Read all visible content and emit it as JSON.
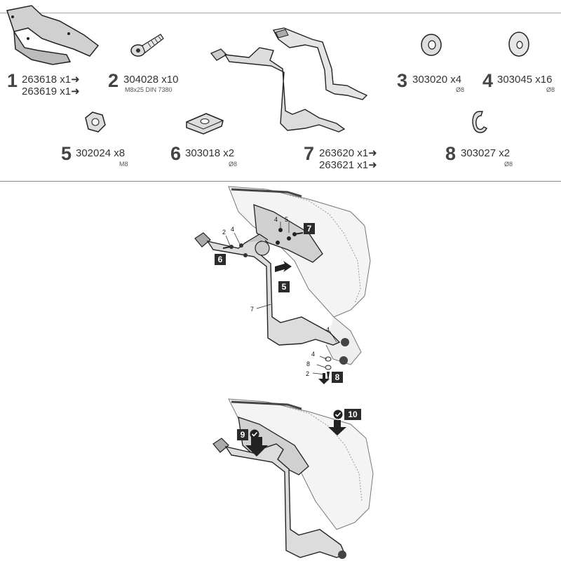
{
  "parts": [
    {
      "num": "1",
      "lines": [
        "263618 x1➜",
        "263619 x1➜"
      ],
      "note": ""
    },
    {
      "num": "2",
      "lines": [
        "304028 x10"
      ],
      "note": "M8x25 DIN 7380"
    },
    {
      "num": "3",
      "lines": [
        "303020 x4"
      ],
      "note": "Ø8"
    },
    {
      "num": "4",
      "lines": [
        "303045 x16"
      ],
      "note": "Ø8"
    },
    {
      "num": "5",
      "lines": [
        "302024 x8"
      ],
      "note": "M8"
    },
    {
      "num": "6",
      "lines": [
        "303018 x2"
      ],
      "note": "Ø8"
    },
    {
      "num": "7",
      "lines": [
        "263620 x1➜",
        "263621 x1➜"
      ],
      "note": ""
    },
    {
      "num": "8",
      "lines": [
        "303027 x2"
      ],
      "note": "Ø8"
    }
  ],
  "step1": {
    "callouts": [
      "6",
      "7",
      "5",
      "8"
    ],
    "labels": [
      "2",
      "4",
      "4",
      "5",
      "7",
      "4",
      "4",
      "8",
      "2"
    ]
  },
  "step2": {
    "callouts": [
      "9",
      "10"
    ]
  },
  "colors": {
    "callout_bg": "#2b2b2b",
    "part_fill": "#d0d0d0",
    "outline": "#222222"
  }
}
